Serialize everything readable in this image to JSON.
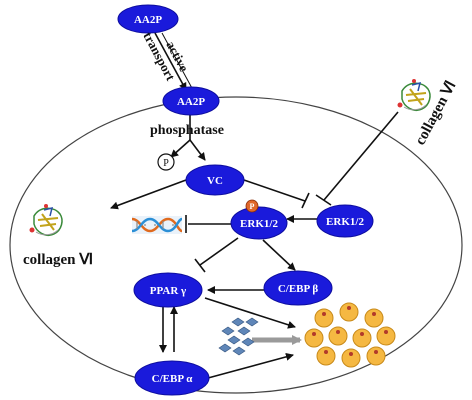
{
  "nodes": {
    "aa2p_top": "AA2P",
    "aa2p_in": "AA2P",
    "vc": "VC",
    "erk_phos": "ERK1/2",
    "erk": "ERK1/2",
    "ppar": "PPAR γ",
    "cebp_b": "C/EBP β",
    "cebp_a": "C/EBP α"
  },
  "labels": {
    "active": "active",
    "transport": "transport",
    "phosphatase": "phosphatase",
    "p_circle": "P",
    "p_badge": "P",
    "collagen_left": "collagen Ⅵ",
    "collagen_right": "collagen Ⅵ"
  },
  "colors": {
    "node": "#1a1adb",
    "phospho_badge": "#e0672a",
    "adipocyte": "#f5b842",
    "gray_arrow": "#9a9a9a",
    "droplet": "#5f86b8"
  }
}
